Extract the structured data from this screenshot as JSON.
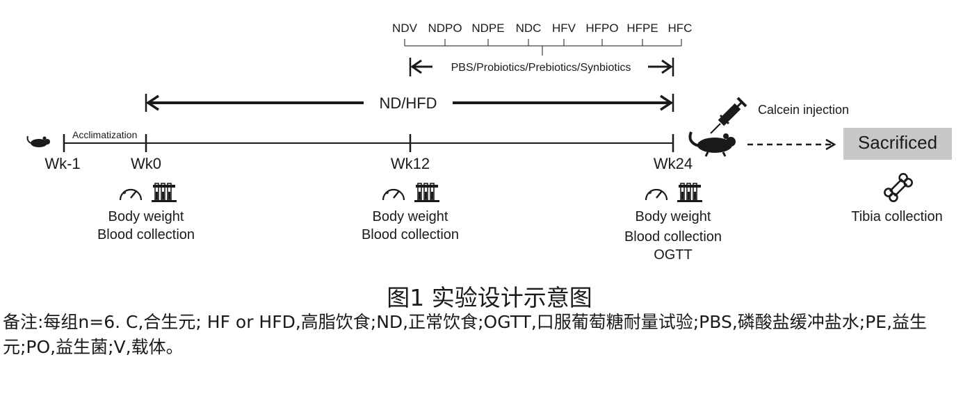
{
  "groups": [
    "NDV",
    "NDPO",
    "NDPE",
    "NDC",
    "HFV",
    "HFPO",
    "HFPE",
    "HFC"
  ],
  "treatment_label": "PBS/Probiotics/Prebiotics/Synbiotics",
  "diet_label": "ND/HFD",
  "acclimatization_label": "Acclimatization",
  "timepoints": [
    "Wk-1",
    "Wk0",
    "Wk12",
    "Wk24"
  ],
  "wk0_lines": [
    "Body weight",
    "Blood collection"
  ],
  "wk12_lines": [
    "Body weight",
    "Blood collection"
  ],
  "wk24_lines": [
    "Body weight",
    "Blood collection",
    "OGTT"
  ],
  "calcein_label": "Calcein injection",
  "sacrificed_label": "Sacrificed",
  "tibia_label": "Tibia collection",
  "figure_caption": "图1 实验设计示意图",
  "note_text": "备注:每组n=6. C,合生元; HF or HFD,高脂饮食;ND,正常饮食;OGTT,口服葡萄糖耐量试验;PBS,磷酸盐缓冲盐水;PE,益生元;PO,益生菌;V,载体。",
  "icons": [
    "mouse-icon",
    "speedometer-icon",
    "test-tubes-icon",
    "syringe-icon",
    "bone-icon"
  ],
  "colors": {
    "ink": "#1a1a1a",
    "box": "#c8c8c8"
  }
}
